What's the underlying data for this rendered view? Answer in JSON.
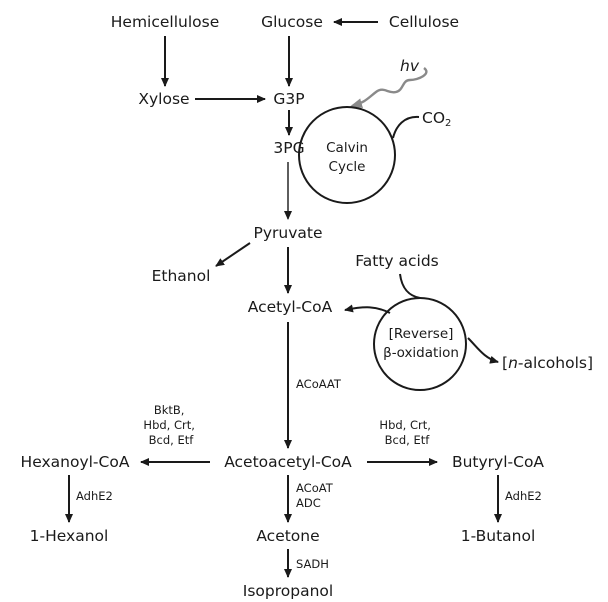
{
  "nodes": {
    "hemicellulose": "Hemicellulose",
    "glucose": "Glucose",
    "cellulose": "Cellulose",
    "xylose": "Xylose",
    "g3p": "G3P",
    "threepg": "3PG",
    "co2": "CO",
    "co2_sub": "2",
    "hv": "hv",
    "pyruvate": "Pyruvate",
    "ethanol": "Ethanol",
    "fatty_acids": "Fatty acids",
    "acetyl_coa": "Acetyl-CoA",
    "n_alcohols_open": "[",
    "n_alcohols_n": "n",
    "n_alcohols_rest": "-alcohols]",
    "hexanoyl_coa": "Hexanoyl-CoA",
    "acetoacetyl_coa": "Acetoacetyl-CoA",
    "butyryl_coa": "Butyryl-CoA",
    "hexanol": "1-Hexanol",
    "acetone": "Acetone",
    "butanol": "1-Butanol",
    "isopropanol": "Isopropanol"
  },
  "cycles": {
    "calvin_line1": "Calvin",
    "calvin_line2": "Cycle",
    "beta_line1": "[Reverse]",
    "beta_line2": "β-oxidation"
  },
  "enzymes": {
    "acoaat": "ACoAAT",
    "hex_line1": "BktB,",
    "hex_line2": "Hbd, Crt,",
    "hex_line3": "Bcd, Etf",
    "but_line1": "Hbd, Crt,",
    "but_line2": "Bcd, Etf",
    "adhe2_left": "AdhE2",
    "adhe2_right": "AdhE2",
    "acetone_line1": "ACoAT",
    "acetone_line2": "ADC",
    "sadh": "SADH"
  }
}
